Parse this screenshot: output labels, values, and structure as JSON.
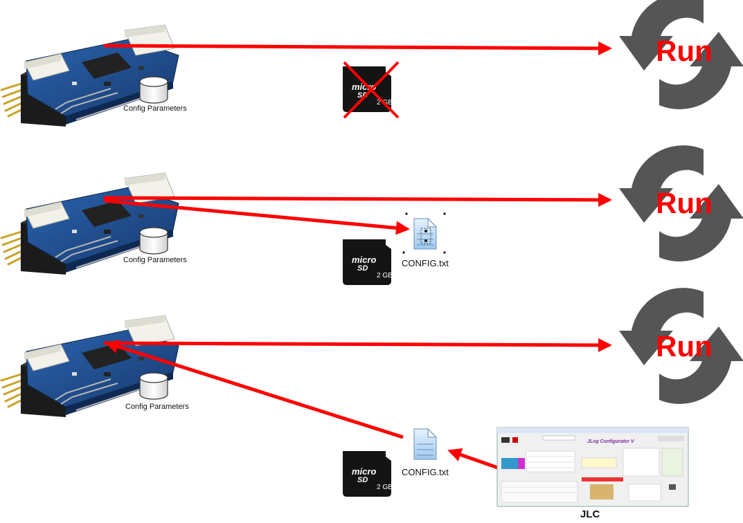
{
  "rows": [
    {
      "config_label": "Config Parameters",
      "run_label": "Run",
      "sd_card": {
        "line1": "micro",
        "line2": "SD",
        "capacity": "2 GB",
        "crossed_out": true
      }
    },
    {
      "config_label": "Config Parameters",
      "run_label": "Run",
      "file_label": "CONFIG.txt",
      "sd_card": {
        "line1": "micro",
        "line2": "SD",
        "capacity": "2 GB",
        "crossed_out": false
      }
    },
    {
      "config_label": "Config Parameters",
      "run_label": "Run",
      "file_label": "CONFIG.txt",
      "sd_card": {
        "line1": "micro",
        "line2": "SD",
        "capacity": "2 GB",
        "crossed_out": false
      },
      "app_label": "JLC",
      "app_window_title": "JLog Configurator V"
    }
  ],
  "colors": {
    "arrow": "#ff0000",
    "run_text": "#ff0000",
    "run_icon": "#555555",
    "board": "#1f4f8f"
  }
}
